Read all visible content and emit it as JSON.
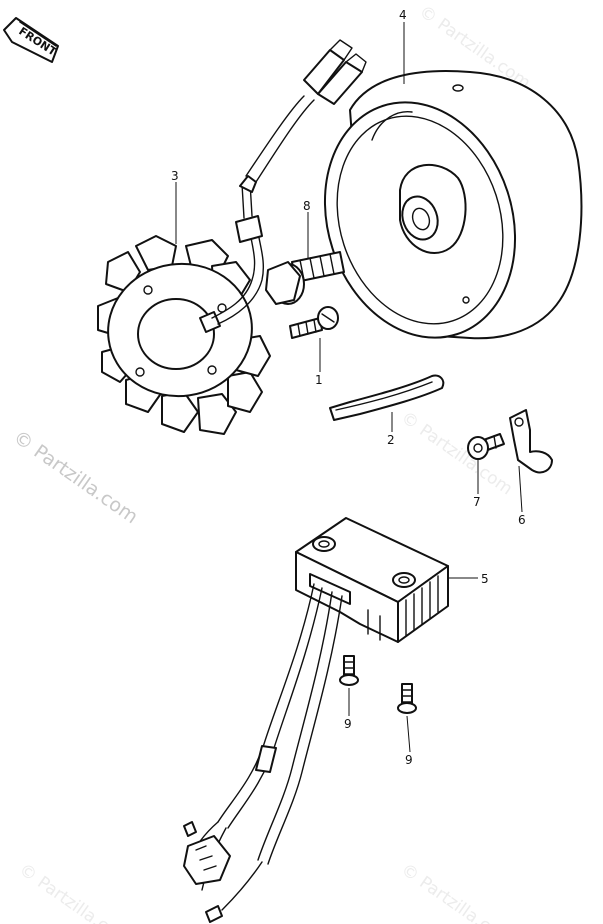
{
  "front_label": "FRONT",
  "watermark": "© Partzilla.com",
  "callouts": {
    "p1": "1",
    "p2": "2",
    "p3": "3",
    "p4": "4",
    "p5": "5",
    "p6": "6",
    "p7": "7",
    "p8": "8",
    "p9a": "9",
    "p9b": "9"
  }
}
